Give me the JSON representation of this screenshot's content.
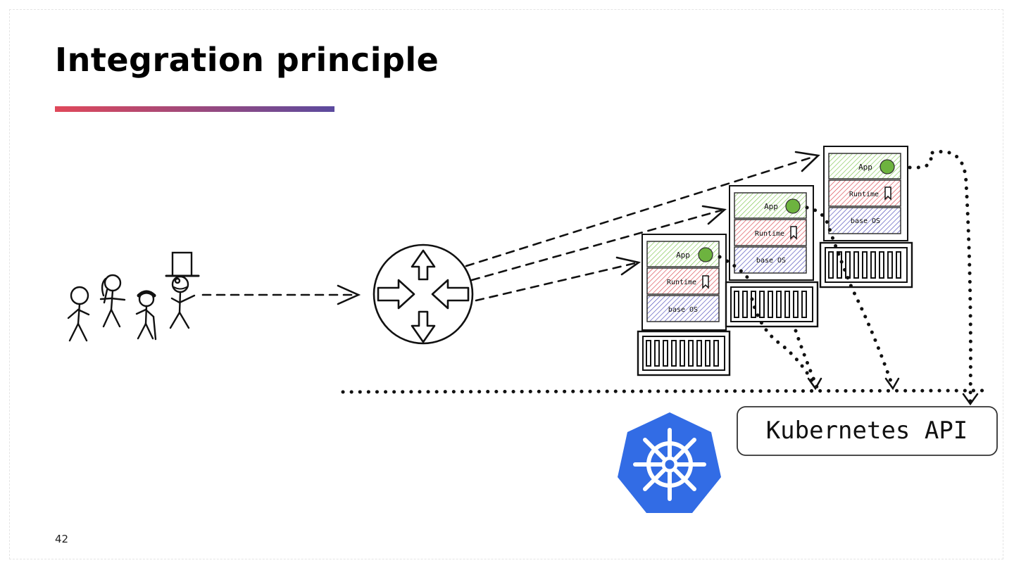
{
  "slide": {
    "title": "Integration principle",
    "page_number": "42",
    "accent_gradient": [
      "#e0485a",
      "#5b4a9e"
    ]
  },
  "diagram": {
    "actors_icon": "stick-figure-users",
    "router_icon": "load-balancer-router-icon",
    "api_label": "Kubernetes API",
    "kubernetes_logo": "kubernetes-helm-logo",
    "kubernetes_color": "#326ce5",
    "containers": [
      {
        "layers": [
          "App",
          "Runtime",
          "base OS"
        ]
      },
      {
        "layers": [
          "App",
          "Runtime",
          "base OS"
        ]
      },
      {
        "layers": [
          "App",
          "Runtime",
          "base OS"
        ]
      }
    ],
    "layer_colors": {
      "app": "#7cc44c",
      "runtime": "#d9434b",
      "base_os": "#4a47b8"
    },
    "spring_color": "#6db33f"
  }
}
